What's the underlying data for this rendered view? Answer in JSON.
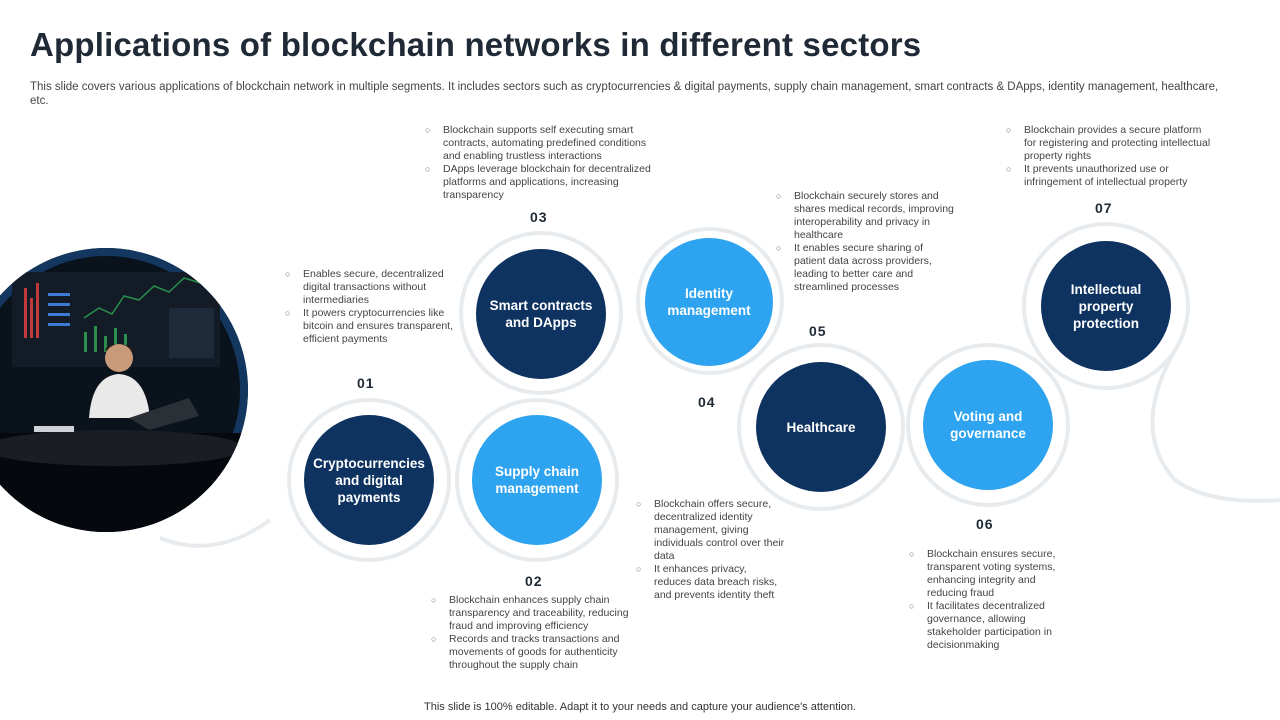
{
  "title": "Applications of blockchain networks in different sectors",
  "subtitle": "This slide covers various applications of blockchain network in multiple segments. It includes sectors such as cryptocurrencies & digital payments, supply chain management, smart contracts & DApps, identity management, healthcare, etc.",
  "photo_alt": "Person working on laptop in front of trading screens",
  "nodes": [
    {
      "num": "01",
      "label": "Cryptocurrencies and digital payments",
      "bullets": [
        "Enables secure, decentralized digital transactions without intermediaries",
        "It powers cryptocurrencies like bitcoin and ensures transparent, efficient payments"
      ]
    },
    {
      "num": "02",
      "label": "Supply chain management",
      "bullets": [
        "Blockchain enhances supply chain transparency and traceability, reducing fraud and improving efficiency",
        "Records and tracks transactions and movements of goods for authenticity throughout the supply chain"
      ]
    },
    {
      "num": "03",
      "label": "Smart contracts and DApps",
      "bullets": [
        "Blockchain supports self executing smart contracts, automating predefined conditions and enabling trustless interactions",
        "DApps leverage blockchain for decentralized platforms and applications, increasing transparency"
      ]
    },
    {
      "num": "04",
      "label": "Identity management",
      "bullets": [
        "Blockchain offers secure, decentralized identity management, giving individuals control over their data",
        "It enhances privacy, reduces data breach risks, and prevents identity theft"
      ]
    },
    {
      "num": "05",
      "label": "Healthcare",
      "bullets": [
        "Blockchain securely stores and shares medical records, improving interoperability and privacy in healthcare",
        "It enables secure sharing of patient data across providers, leading to better care and streamlined processes"
      ]
    },
    {
      "num": "06",
      "label": "Voting and governance",
      "bullets": [
        "Blockchain ensures secure, transparent voting systems, enhancing integrity and reducing fraud",
        "It facilitates decentralized governance, allowing stakeholder participation in decisionmaking"
      ]
    },
    {
      "num": "07",
      "label": "Intellectual property protection",
      "bullets": [
        "Blockchain provides a secure platform for registering and protecting intellectual property rights",
        "It prevents unauthorized use or infringement of intellectual property"
      ]
    }
  ],
  "footer": "This slide is 100% editable. Adapt it to your needs and capture your audience's attention.",
  "colors": {
    "dark": "#0e3360",
    "light": "#2ea3ef",
    "ring": "#e8ebee"
  }
}
